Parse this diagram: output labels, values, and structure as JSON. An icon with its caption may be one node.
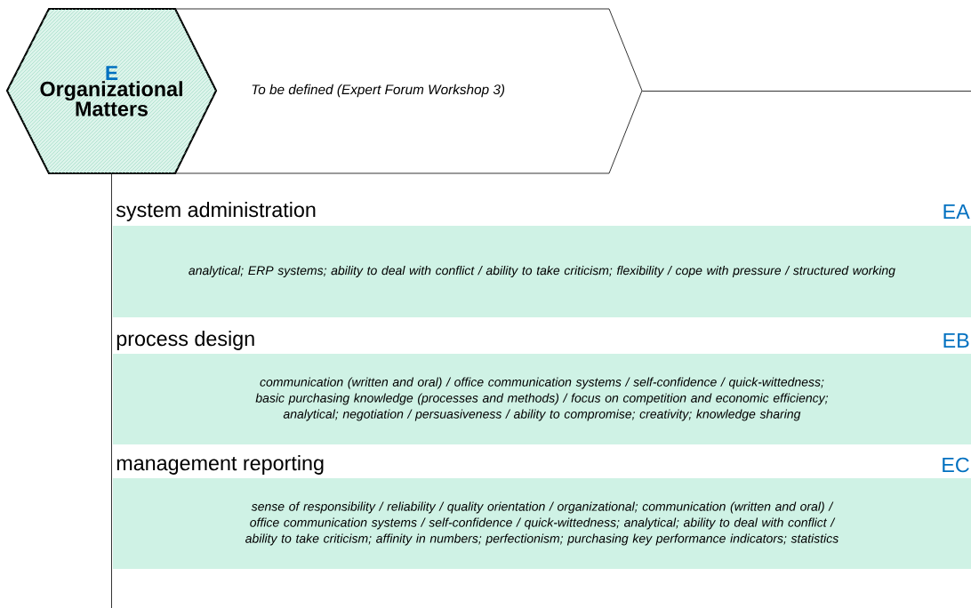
{
  "diagram": {
    "nodes": [
      {
        "text": [
          "E",
          "Organizational Matters"
        ]
      },
      {
        "text": [
          "To be defined (Expert Forum Workshop 3)"
        ]
      },
      {
        "text": [
          "system administration",
          "EA",
          "analytical; ERP systems; ability to deal with conflict / ability to take criticism; flexibility / cope with pressure / structured working"
        ]
      },
      {
        "text": [
          "process design",
          "EB",
          "communication (written and oral)  / office communication systems / self-confidence / quick-wittedness; basic purchasing knowledge (processes and methods) / focus on competition and economic efficiency; analytical; negotiation / persuasiveness / ability to compromise; creativity; knowledge sharing"
        ]
      },
      {
        "text": [
          "management reporting",
          "EC",
          "sense of responsibility / reliability / quality orientation / organizational; communication (written and oral)  / office communication systems / self-confidence / quick-wittedness; analytical; ability to deal with conflict / ability to take criticism; affinity in numbers; perfectionism; purchasing key performance indicators; statistics"
        ]
      }
    ],
    "edges": [
      {
        "from": 0,
        "to": null,
        "arrow": "none"
      },
      {
        "from": 1,
        "to": null,
        "arrow": "none"
      }
    ]
  }
}
